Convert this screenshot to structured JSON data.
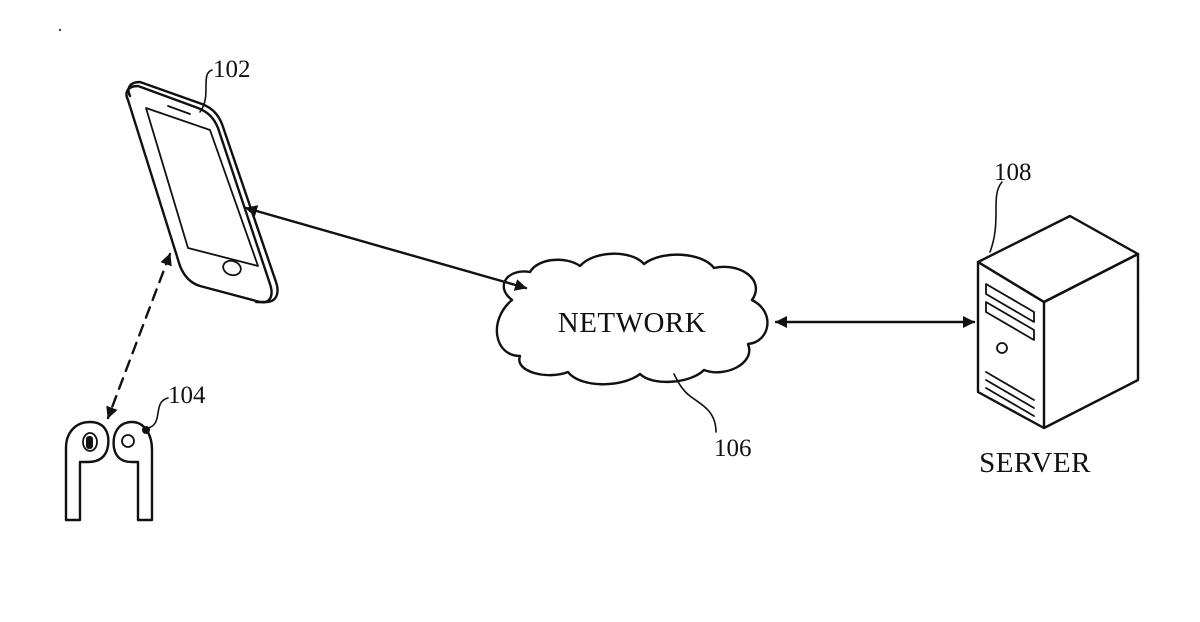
{
  "figure": {
    "phone": {
      "ref": "102",
      "icon": "smartphone-icon"
    },
    "earbuds": {
      "ref": "104",
      "icon": "earbuds-icon"
    },
    "network": {
      "ref": "106",
      "label": "NETWORK",
      "icon": "cloud-icon"
    },
    "server": {
      "ref": "108",
      "label": "SERVER",
      "icon": "server-tower-icon"
    }
  },
  "connections": [
    {
      "from": "phone",
      "to": "network",
      "style": "solid",
      "direction": "bidirectional"
    },
    {
      "from": "network",
      "to": "server",
      "style": "solid",
      "direction": "bidirectional"
    },
    {
      "from": "earbuds",
      "to": "phone",
      "style": "dashed",
      "direction": "bidirectional"
    }
  ]
}
